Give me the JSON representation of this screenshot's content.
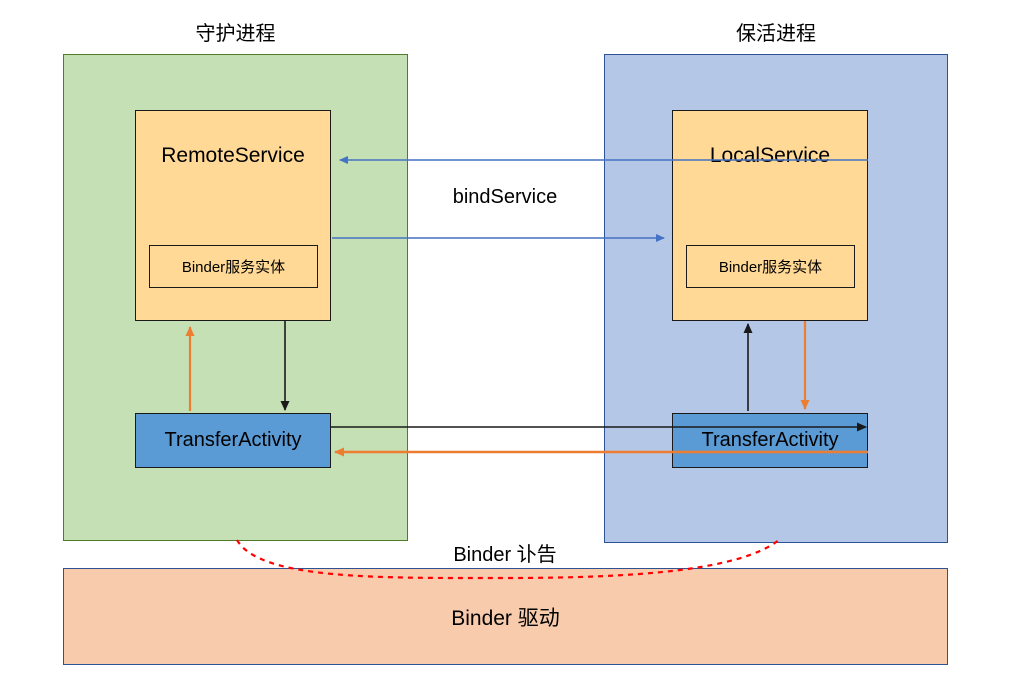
{
  "diagram": {
    "title_left": "守护进程",
    "title_right": "保活进程",
    "left_process": {
      "label": "守护进程",
      "fill": "#c5e0b4",
      "service": {
        "name": "RemoteService",
        "fill": "#ffd995",
        "binder_entity": "Binder服务实体"
      },
      "activity": {
        "name": "TransferActivity",
        "fill": "#5b9bd5"
      }
    },
    "right_process": {
      "label": "保活进程",
      "fill": "#b4c7e7",
      "service": {
        "name": "LocalService",
        "fill": "#ffd995",
        "binder_entity": "Binder服务实体"
      },
      "activity": {
        "name": "TransferActivity",
        "fill": "#5b9bd5"
      }
    },
    "driver": {
      "name": "Binder 驱动",
      "fill": "#f8cbad",
      "border": "#2e5395"
    },
    "edge_labels": {
      "bind_service": "bindService",
      "binder_obituary": "Binder 讣告"
    },
    "connections": [
      {
        "name": "localservice-to-remoteservice",
        "label": "bindService",
        "color": "#4472c4",
        "style": "solid",
        "direction": "right-to-left"
      },
      {
        "name": "remoteservice-to-localservice-binder",
        "label": "bindService",
        "color": "#4472c4",
        "style": "solid",
        "direction": "left-to-right"
      },
      {
        "name": "left-activity-to-remoteservice",
        "color": "#ed7d31",
        "style": "solid",
        "direction": "bottom-to-top"
      },
      {
        "name": "remoteservice-to-left-activity",
        "color": "#1a1a1a",
        "style": "solid",
        "direction": "top-to-bottom"
      },
      {
        "name": "right-activity-to-localservice",
        "color": "#1a1a1a",
        "style": "solid",
        "direction": "bottom-to-top"
      },
      {
        "name": "localservice-to-right-activity",
        "color": "#ed7d31",
        "style": "solid",
        "direction": "top-to-bottom"
      },
      {
        "name": "left-activity-to-right-activity",
        "color": "#1a1a1a",
        "style": "solid",
        "direction": "left-to-right"
      },
      {
        "name": "right-activity-to-left-activity",
        "color": "#ed7d31",
        "style": "solid",
        "direction": "right-to-left"
      },
      {
        "name": "binder-obituary-curve",
        "label": "Binder 讣告",
        "color": "#ff0000",
        "style": "dashed",
        "direction": "bidirectional"
      }
    ],
    "colors": {
      "green_process": "#c5e0b4",
      "blue_process": "#b4c7e7",
      "service_orange": "#ffd995",
      "activity_blue": "#5b9bd5",
      "driver_peach": "#f8cbad",
      "arrow_blue": "#4472c4",
      "arrow_orange": "#ed7d31",
      "arrow_black": "#1a1a1a",
      "dashed_red": "#ff0000"
    }
  }
}
